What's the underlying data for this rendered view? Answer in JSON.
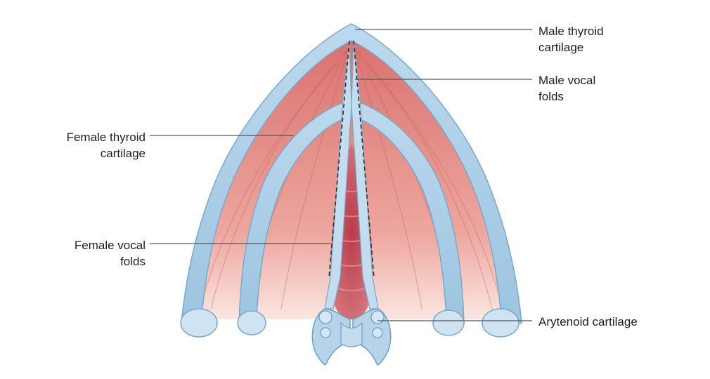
{
  "labels": {
    "male_thyroid": "Male thyroid\ncartilage",
    "male_vocal": "Male vocal\nfolds",
    "female_thyroid": "Female thyroid\ncartilage",
    "female_vocal": "Female vocal\nfolds",
    "arytenoid": "Arytenoid cartilage"
  },
  "colors": {
    "muscle": "#e48e88",
    "muscle_light": "#f3c1b8",
    "cartilage": "#a9cde6",
    "cartilage_edge": "#6f9fc2",
    "glottis": "#c2525f",
    "leader": "#555555"
  }
}
